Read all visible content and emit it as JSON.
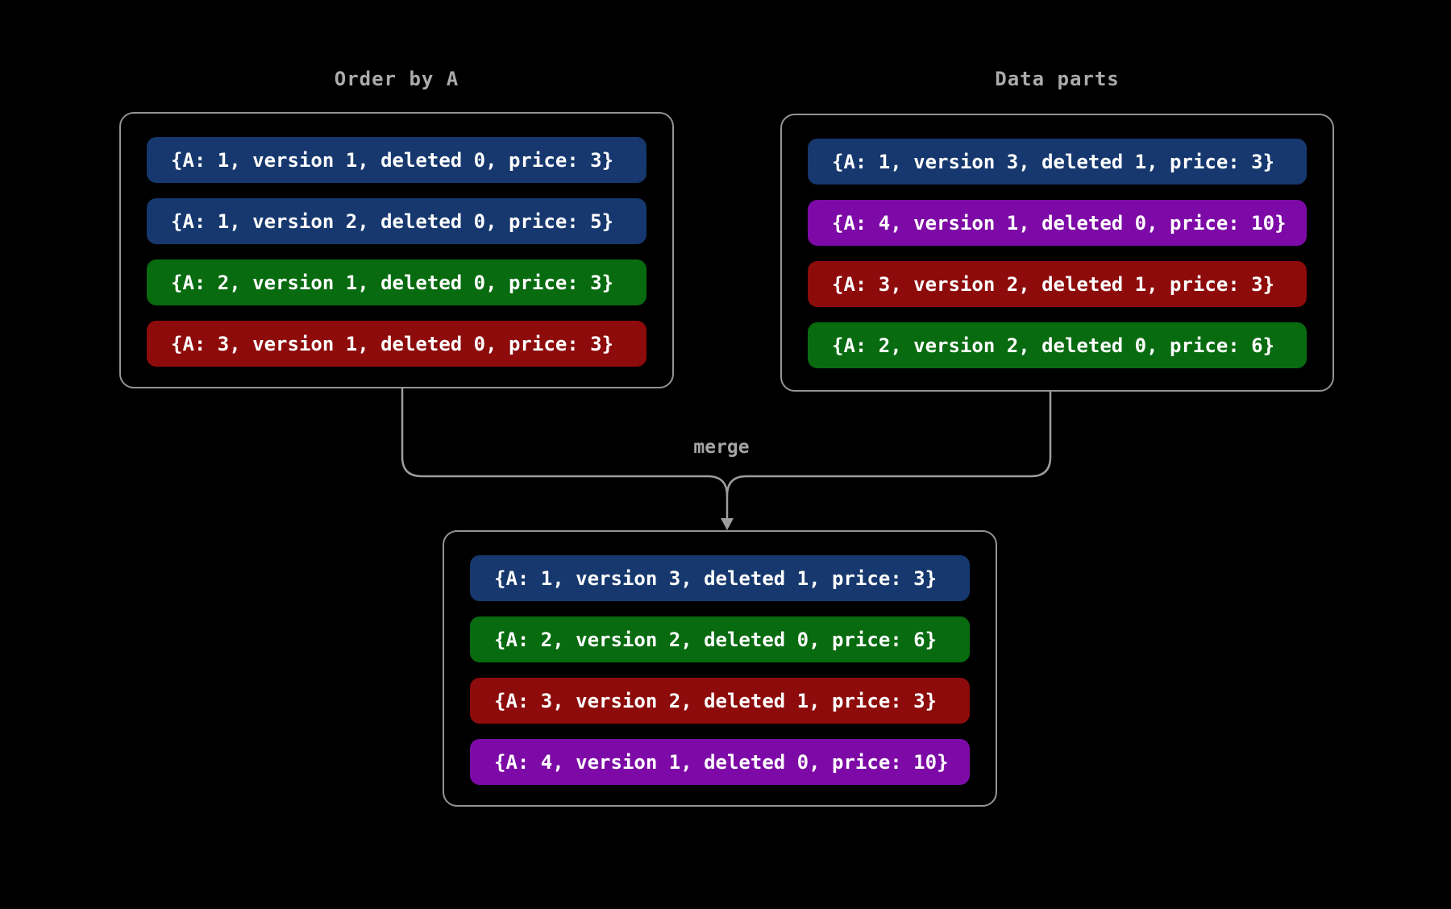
{
  "diagram": {
    "left_panel": {
      "title": "Order by A",
      "rows": [
        {
          "text": "{A: 1, version 1, deleted 0, price: 3}",
          "color": "#16386e"
        },
        {
          "text": "{A: 1, version 2, deleted 0, price: 5}",
          "color": "#16386e"
        },
        {
          "text": "{A: 2, version 1, deleted 0, price: 3}",
          "color": "#086b10"
        },
        {
          "text": "{A: 3, version 1, deleted 0, price: 3}",
          "color": "#8e0b0b"
        }
      ]
    },
    "right_panel": {
      "title": "Data parts",
      "rows": [
        {
          "text": "{A: 1, version 3, deleted 1, price: 3}",
          "color": "#16386e"
        },
        {
          "text": "{A: 4, version 1, deleted 0, price: 10}",
          "color": "#7d0aa6"
        },
        {
          "text": "{A: 3, version 2, deleted 1, price: 3}",
          "color": "#8e0b0b"
        },
        {
          "text": "{A: 2, version 2, deleted 0, price: 6}",
          "color": "#086b10"
        }
      ]
    },
    "merge_label": "merge",
    "bottom_panel": {
      "rows": [
        {
          "text": "{A: 1, version 3, deleted 1, price: 3}",
          "color": "#16386e"
        },
        {
          "text": "{A: 2, version 2, deleted 0, price: 6}",
          "color": "#086b10"
        },
        {
          "text": "{A: 3, version 2, deleted 1, price: 3}",
          "color": "#8e0b0b"
        },
        {
          "text": "{A: 4, version 1, deleted 0, price: 10}",
          "color": "#7d0aa6"
        }
      ]
    }
  },
  "colors": {
    "background": "#000000",
    "panel_border": "#949494",
    "connector_line": "#9e9e9e",
    "title_text": "#ababab",
    "row_text": "#ffffff",
    "blue": "#16386e",
    "green": "#086b10",
    "red": "#8e0b0b",
    "purple": "#7d0aa6"
  }
}
